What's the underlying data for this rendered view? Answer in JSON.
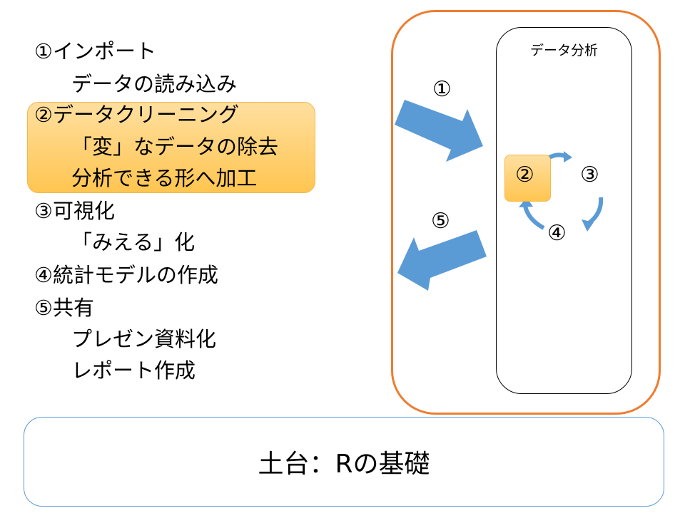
{
  "steps": [
    {
      "title": "①インポート",
      "details": [
        "データの読み込み"
      ]
    },
    {
      "title": "②データクリーニング",
      "details": [
        "「変」なデータの除去",
        "分析できる形へ加工"
      ],
      "highlighted": true
    },
    {
      "title": "③可視化",
      "details": [
        "「みえる」化"
      ]
    },
    {
      "title": "④統計モデルの作成",
      "details": []
    },
    {
      "title": "⑤共有",
      "details": [
        "プレゼン資料化",
        "レポート作成"
      ]
    }
  ],
  "diagram": {
    "analysis_title": "データ分析",
    "arrow_in_label": "①",
    "arrow_out_label": "⑤",
    "cycle": [
      "②",
      "③",
      "④"
    ]
  },
  "foundation": "土台：Rの基礎",
  "colors": {
    "outer_border": "#ED7D31",
    "arrow": "#5B9BD5",
    "highlight": "#FFC550"
  }
}
